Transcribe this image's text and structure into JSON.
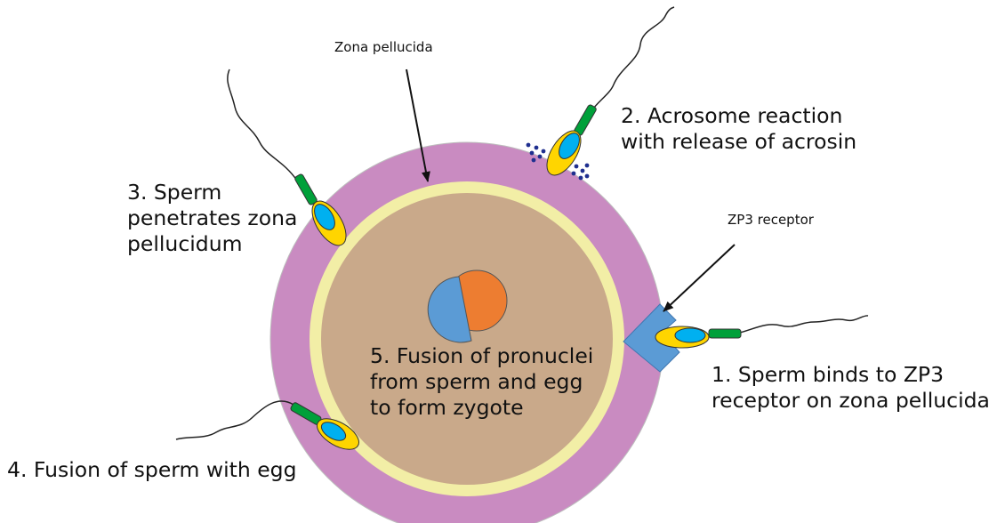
{
  "labels": {
    "zona_pellucida": "Zona pellucida",
    "zp3_receptor": "ZP3 receptor",
    "step1": "1. Sperm binds to ZP3\nreceptor on zona pellucida",
    "step2": "2. Acrosome reaction\nwith release of acrosin",
    "step3": "3. Sperm\npenetrates zona\npellucidum",
    "step4": "4. Fusion of sperm with egg",
    "step5": "5. Fusion of pronuclei\nfrom sperm and egg\nto form zygote"
  },
  "colors": {
    "zona_pellucida": "#c98bc1",
    "membrane": "#f2eea6",
    "cytoplasm": "#c9a98a",
    "sperm_pronucleus": "#5b9bd5",
    "egg_pronucleus": "#ed7d31",
    "receptor": "#5b9bd5",
    "acrosome": "#ffd500",
    "sperm_nucleus": "#00b0f0",
    "midpiece": "#00a03a",
    "acrosin": "#1f2f8f"
  }
}
